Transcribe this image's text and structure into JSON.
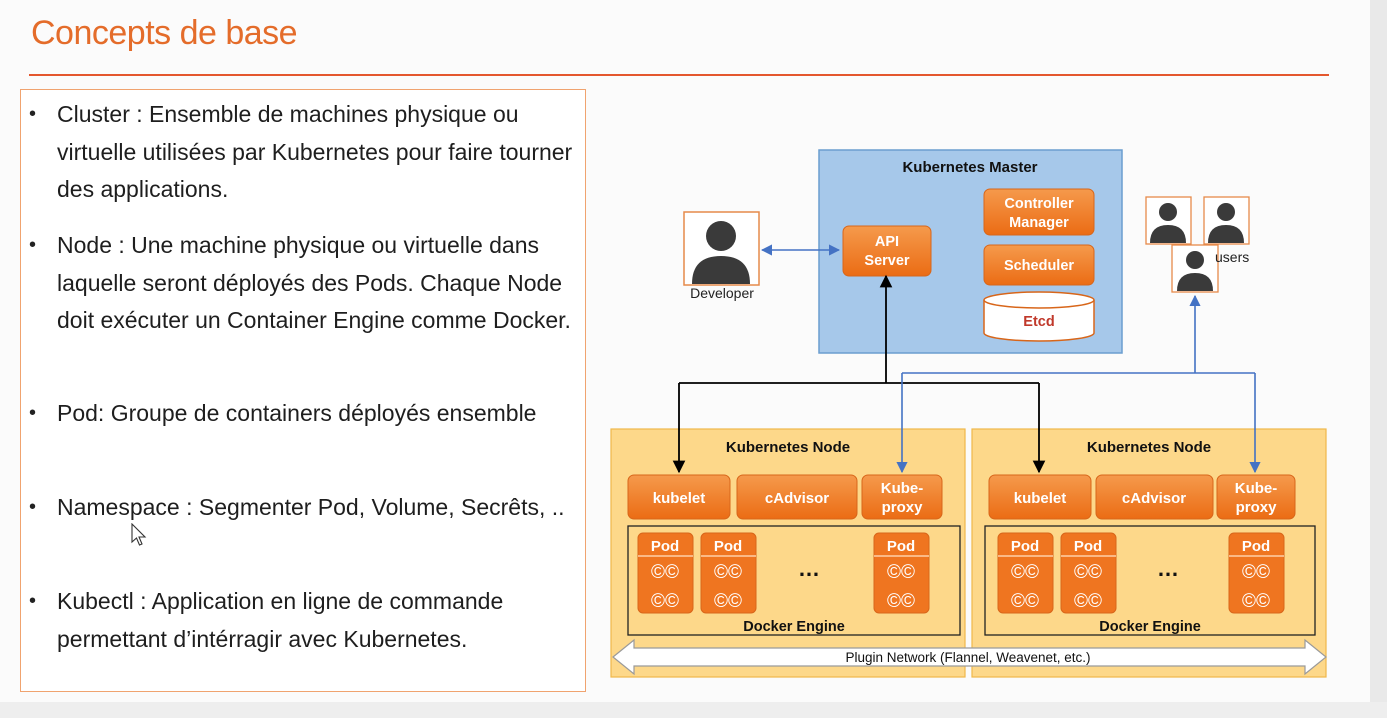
{
  "slide": {
    "title": "Concepts de base"
  },
  "bullets": [
    {
      "text": "Cluster : Ensemble de machines physique ou virtuelle utilisées par Kubernetes pour faire tourner des applications."
    },
    {
      "text": "Node : Une machine physique ou virtuelle dans laquelle seront déployés des Pods. Chaque Node doit exécuter un Container Engine comme Docker."
    },
    {
      "text": "Pod: Groupe de containers déployés ensemble"
    },
    {
      "text": "Namespace : Segmenter Pod, Volume, Secrêts, .."
    },
    {
      "text": "Kubectl : Application en ligne de commande permettant d’intérragir avec Kubernetes."
    }
  ],
  "diagram": {
    "master": {
      "title": "Kubernetes Master",
      "api_server": "API Server",
      "controller_manager": "Controller Manager",
      "scheduler": "Scheduler",
      "etcd": "Etcd"
    },
    "developer_label": "Developer",
    "users_label": "users",
    "nodes": [
      {
        "title": "Kubernetes Node",
        "kubelet": "kubelet",
        "cadvisor": "cAdvisor",
        "kube_proxy": "Kube-proxy",
        "pod_label": "Pod",
        "container_glyph": "©",
        "ellipsis": "…",
        "docker_engine": "Docker Engine"
      },
      {
        "title": "Kubernetes Node",
        "kubelet": "kubelet",
        "cadvisor": "cAdvisor",
        "kube_proxy": "Kube-proxy",
        "pod_label": "Pod",
        "container_glyph": "©",
        "ellipsis": "…",
        "docker_engine": "Docker Engine"
      }
    ],
    "network_label": "Plugin Network (Flannel, Weavenet, etc.)",
    "colors": {
      "accent_orange": "#e46c2a",
      "component_orange": "#f07a20",
      "master_blue": "#9dc3e6",
      "node_yellow": "#fdd88a",
      "etcd_text": "#c0392b",
      "link_blue": "#4472c4"
    }
  }
}
